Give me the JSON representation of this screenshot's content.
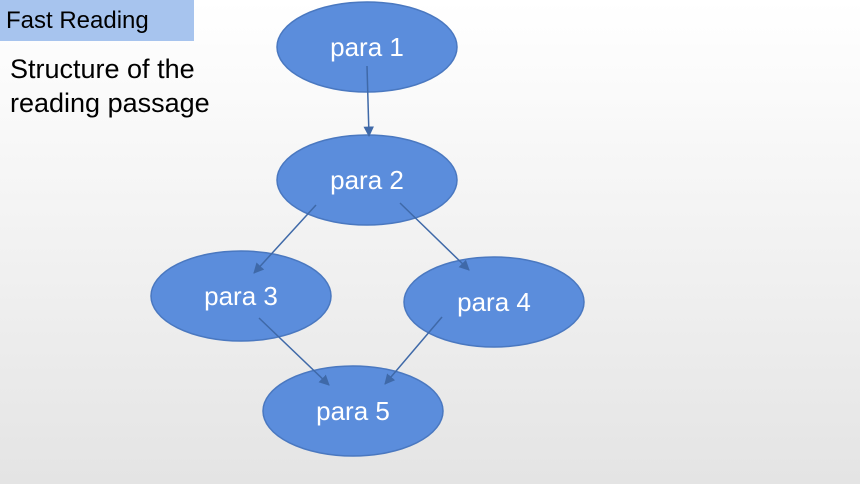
{
  "header": {
    "tag": "Fast Reading"
  },
  "subtitle": "Structure of the\nreading passage",
  "colors": {
    "node_fill": "#5b8ddc",
    "node_stroke": "#4a78c0",
    "arrow": "#3f69a8",
    "tag_bg": "#a7c4ee"
  },
  "diagram": {
    "nodes": [
      {
        "id": "p1",
        "label": "para 1"
      },
      {
        "id": "p2",
        "label": "para 2"
      },
      {
        "id": "p3",
        "label": "para 3"
      },
      {
        "id": "p4",
        "label": "para 4"
      },
      {
        "id": "p5",
        "label": "para 5"
      }
    ],
    "edges": [
      {
        "from": "p1",
        "to": "p2"
      },
      {
        "from": "p2",
        "to": "p3"
      },
      {
        "from": "p2",
        "to": "p4"
      },
      {
        "from": "p3",
        "to": "p5"
      },
      {
        "from": "p4",
        "to": "p5"
      }
    ]
  }
}
